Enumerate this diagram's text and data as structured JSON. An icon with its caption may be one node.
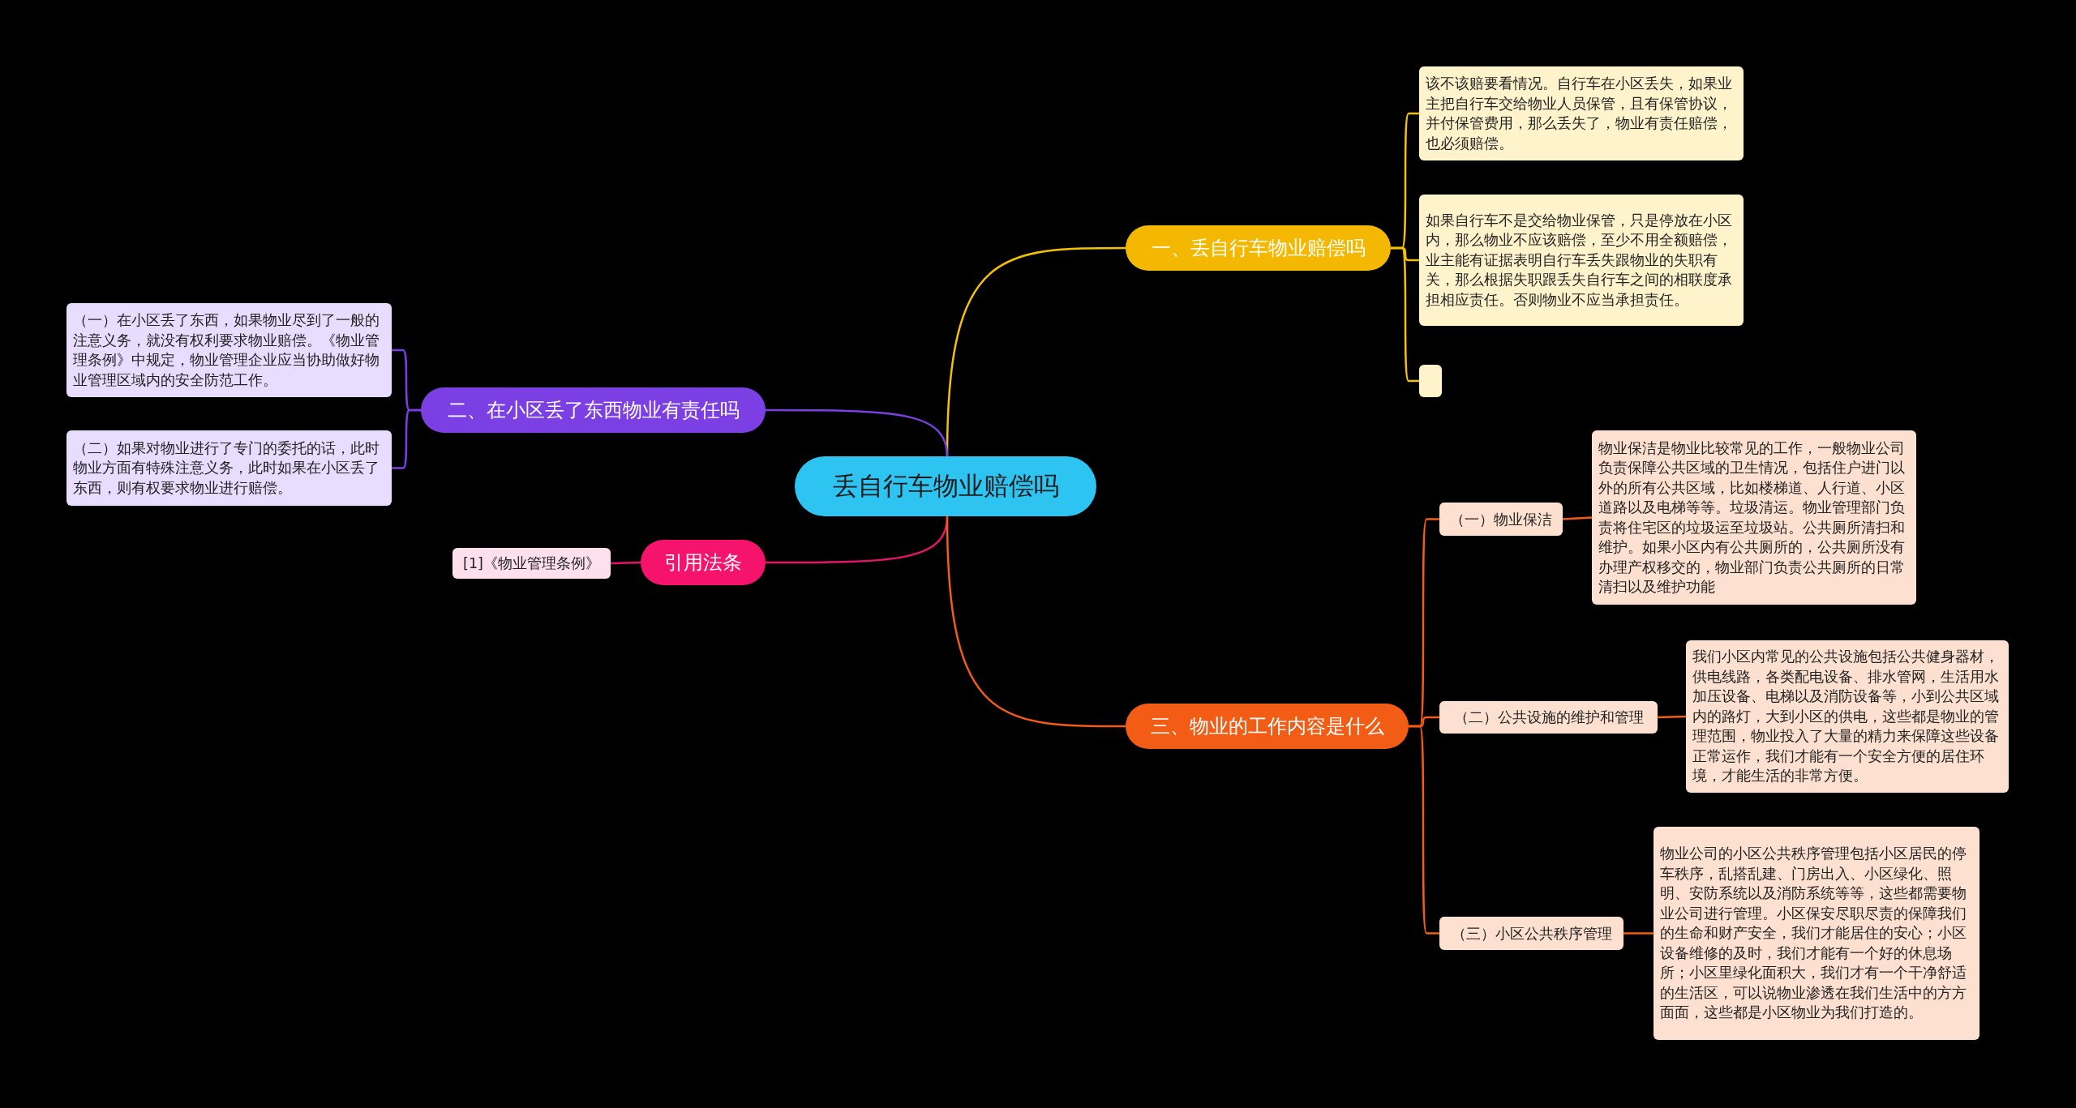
{
  "diagram": {
    "nodes": [
      {
        "text": [
          "丢自行车物业赔偿吗"
        ]
      },
      {
        "text": [
          "一、丢自行车物业赔偿吗"
        ]
      },
      {
        "text": [
          "该不该赔要看情况。自行车在小区丢失，如果业主把自行车交给物业人员保管，且有保管协议，并付保管费用，那么丢失了，物业有责任赔偿，也必须赔偿。"
        ]
      },
      {
        "text": [
          "如果自行车不是交给物业保管，只是停放在小区内，那么物业不应该赔偿，至少不用全额赔偿，业主能有证据表明自行车丢失跟物业的失职有关，那么根据失职跟丢失自行车之间的相联度承担相应责任。否则物业不应当承担责任。"
        ]
      },
      {
        "text": [],
        "shape": "box"
      },
      {
        "text": [
          "二、在小区丢了东西物业有责任吗"
        ]
      },
      {
        "text": [
          "（一）在小区丢了东西，如果物业尽到了一般的注意义务，就没有权利要求物业赔偿。《物业管理条例》中规定，物业管理企业应当协助做好物业管理区域内的安全防范工作。"
        ]
      },
      {
        "text": [
          "（二）如果对物业进行了专门的委托的话，此时物业方面有特殊注意义务，此时如果在小区丢了东西，则有权要求物业进行赔偿。"
        ]
      },
      {
        "text": [
          "引用法条"
        ]
      },
      {
        "text": [
          "[1]《物业管理条例》"
        ]
      },
      {
        "text": [
          "三、物业的工作内容是什么"
        ]
      },
      {
        "text": [
          "（一）物业保洁"
        ]
      },
      {
        "text": [
          "物业保洁是物业比较常见的工作，一般物业公司负责保障公共区域的卫生情况，包括住户进门以外的所有公共区域，比如楼梯道、人行道、小区道路以及电梯等等。垃圾清运。物业管理部门负责将住宅区的垃圾运至垃圾站。公共厕所清扫和维护。如果小区内有公共厕所的，公共厕所没有办理产权移交的，物业部门负责公共厕所的日常清扫以及维护功能"
        ]
      },
      {
        "text": [
          "（二）公共设施的维护和管理"
        ]
      },
      {
        "text": [
          "我们小区内常见的公共设施包括公共健身器材，供电线路，各类配电设备、排水管网，生活用水加压设备、电梯以及消防设备等，小到公共区域内的路灯，大到小区的供电，这些都是物业的管理范围，物业投入了大量的精力来保障这些设备正常运作，我们才能有一个安全方便的居住环境，才能生活的非常方便。"
        ]
      },
      {
        "text": [
          "（三）小区公共秩序管理"
        ]
      },
      {
        "text": [
          "物业公司的小区公共秩序管理包括小区居民的停车秩序，乱搭乱建、门房出入、小区绿化、照明、安防系统以及消防系统等等，这些都需要物业公司进行管理。小区保安尽职尽责的保障我们的生命和财产安全，我们才能居住的安心；小区设备维修的及时，我们才能有一个好的休息场所；小区里绿化面积大，我们才有一个干净舒适的生活区，可以说物业渗透在我们生活中的方方面面，这些都是小区物业为我们打造的。"
        ]
      }
    ],
    "edges": [
      {
        "from": 0,
        "to": 1,
        "arrow": "none",
        "color": "#f5c200"
      },
      {
        "from": 1,
        "to": 2,
        "arrow": "none",
        "color": "#f5c200"
      },
      {
        "from": 1,
        "to": 3,
        "arrow": "none",
        "color": "#f5c200"
      },
      {
        "from": 1,
        "to": 4,
        "arrow": "none",
        "color": "#f5c200"
      },
      {
        "from": 0,
        "to": 5,
        "arrow": "none",
        "color": "#7b3fe4"
      },
      {
        "from": 5,
        "to": 6,
        "arrow": "none",
        "color": "#7b3fe4"
      },
      {
        "from": 5,
        "to": 7,
        "arrow": "none",
        "color": "#7b3fe4"
      },
      {
        "from": 0,
        "to": 8,
        "arrow": "none",
        "color": "#e8136b"
      },
      {
        "from": 8,
        "to": 9,
        "arrow": "none",
        "color": "#e8136b"
      },
      {
        "from": 0,
        "to": 10,
        "arrow": "none"
      },
      {
        "from": 10,
        "to": 11,
        "arrow": "none"
      },
      {
        "from": 11,
        "to": 12,
        "arrow": "none"
      },
      {
        "from": 10,
        "to": 13,
        "arrow": "none"
      },
      {
        "from": 13,
        "to": 14,
        "arrow": "none"
      },
      {
        "from": 10,
        "to": 15,
        "arrow": "none"
      },
      {
        "from": 15,
        "to": 16,
        "arrow": "none"
      }
    ]
  }
}
